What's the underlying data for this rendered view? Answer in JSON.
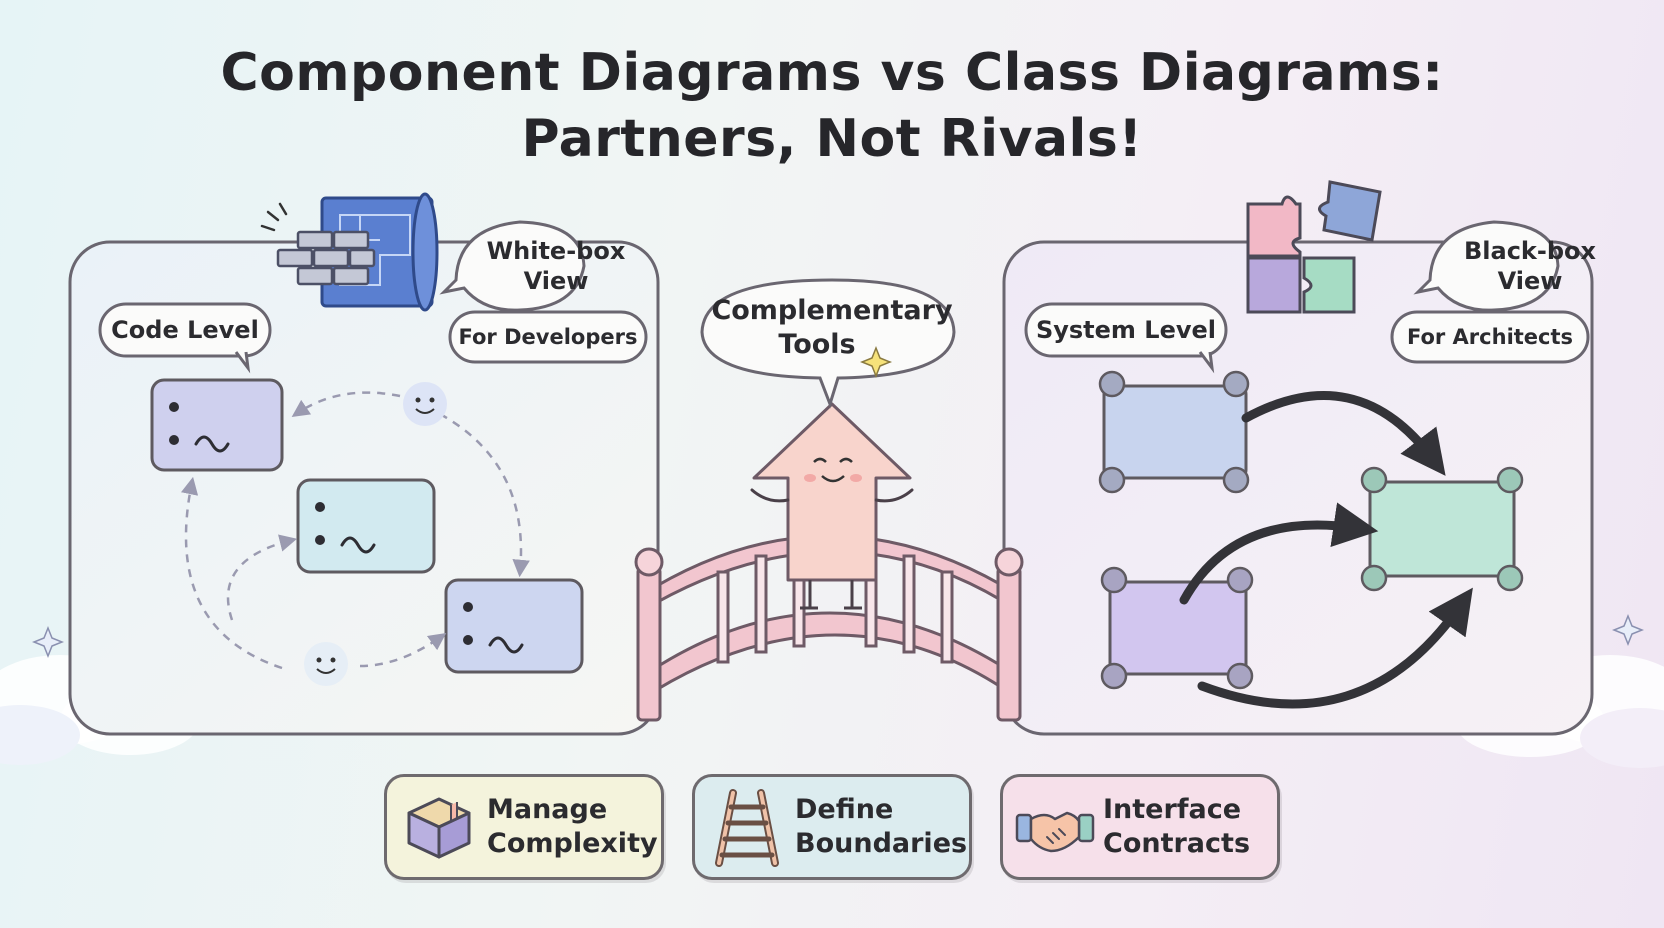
{
  "title": {
    "line1": "Component Diagrams vs Class Diagrams:",
    "line2": "Partners, Not Rivals!"
  },
  "left_panel": {
    "level_label": "Code Level",
    "view_line1": "White-box",
    "view_line2": "View",
    "audience": "For Developers",
    "icon": "blueprint-bricks-icon"
  },
  "center": {
    "bubble_line1": "Complementary",
    "bubble_line2": "Tools",
    "mascot": "smiling-arrow-mascot",
    "bridge": "bridge-icon"
  },
  "right_panel": {
    "level_label": "System Level",
    "view_line1": "Black-box",
    "view_line2": "View",
    "audience": "For Architects",
    "icon": "puzzle-pieces-icon"
  },
  "benefits": [
    {
      "line1": "Manage",
      "line2": "Complexity",
      "icon": "box-icon",
      "bg": "#f4f3dc"
    },
    {
      "line1": "Define",
      "line2": "Boundaries",
      "icon": "ladder-icon",
      "bg": "#dcecef"
    },
    {
      "line1": "Interface",
      "line2": "Contracts",
      "icon": "handshake-icon",
      "bg": "#f6e0ea"
    }
  ],
  "colors": {
    "outline": "#5e5a60",
    "class_box_purple": "#cfd0ee",
    "class_box_teal": "#d2eaf0",
    "component_blue": "#c8d4ee",
    "component_green": "#bfe6d8",
    "component_purple": "#d2c6ef",
    "mascot_pink": "#f8d4cc",
    "bridge_pink": "#f2c6cf"
  }
}
